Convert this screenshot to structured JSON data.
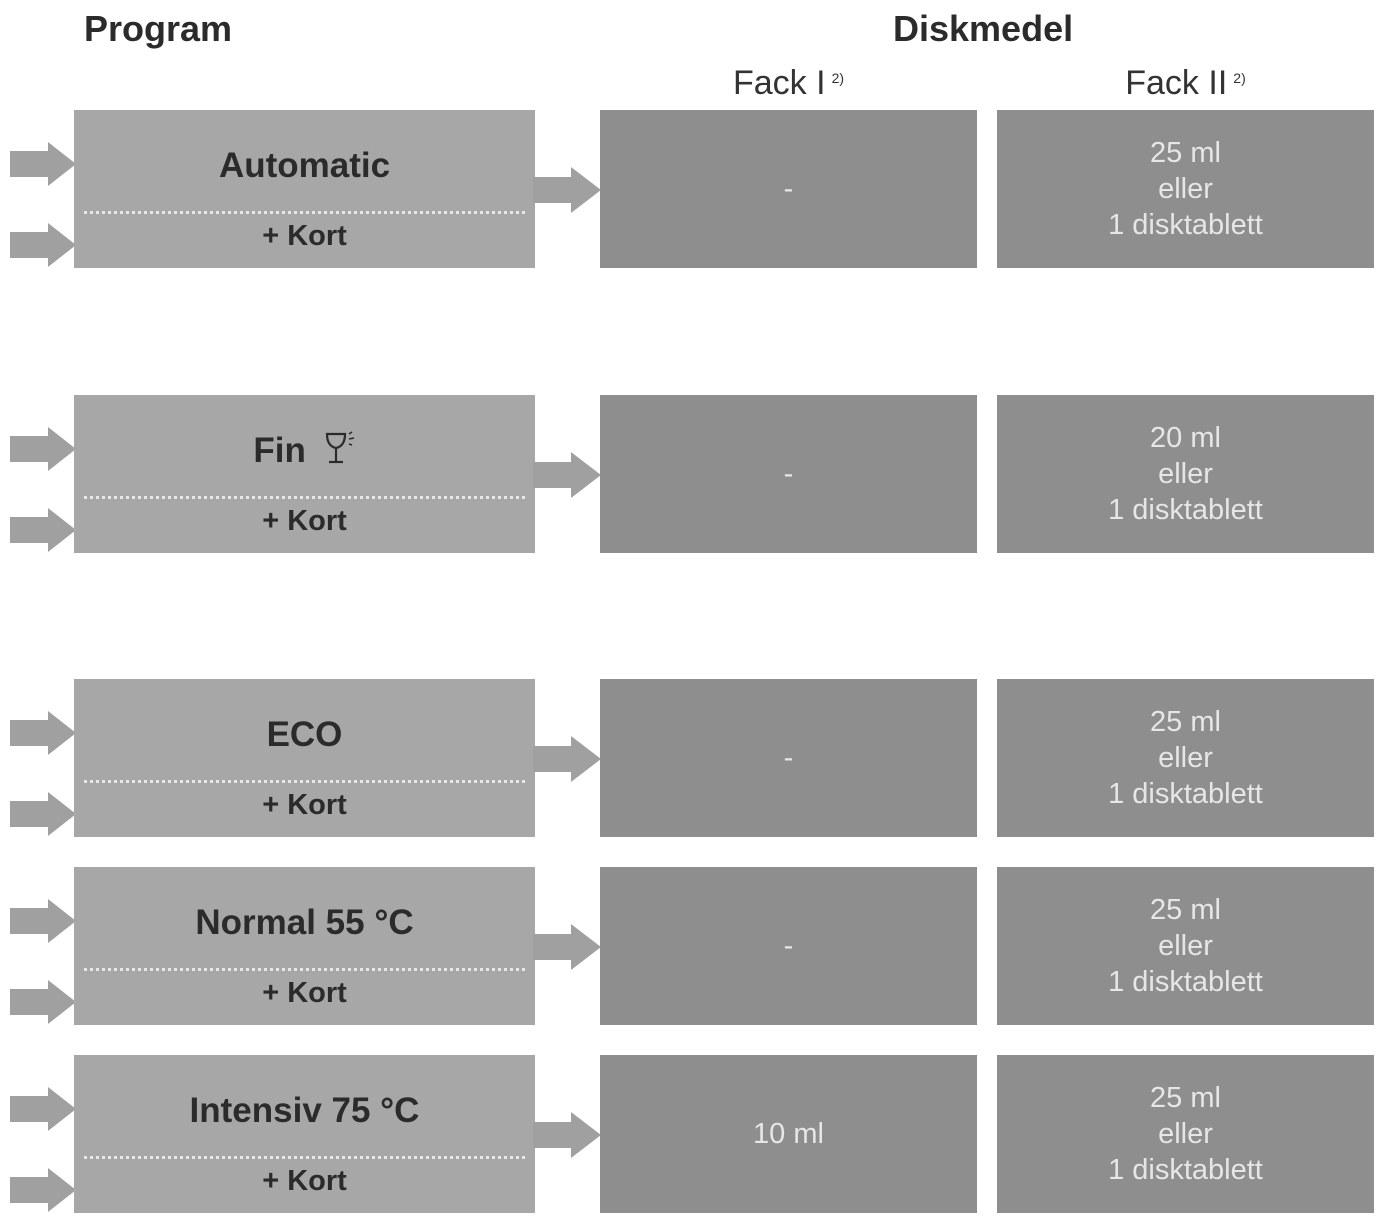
{
  "header": {
    "program": "Program",
    "diskmedel": "Diskmedel",
    "fack1": "Fack I",
    "fack2": "Fack II",
    "footnote": "2)"
  },
  "rows": [
    {
      "name": "Automatic",
      "kort": "+ Kort",
      "fack1": "-",
      "fack2": [
        "25 ml",
        "eller",
        "1 disktablett"
      ]
    },
    {
      "name": "Fin",
      "icon": "wine-glass-icon",
      "kort": "+ Kort",
      "fack1": "-",
      "fack2": [
        "20 ml",
        "eller",
        "1 disktablett"
      ]
    },
    {
      "name": "ECO",
      "kort": "+ Kort",
      "fack1": "-",
      "fack2": [
        "25 ml",
        "eller",
        "1 disktablett"
      ]
    },
    {
      "name": "Normal 55 °C",
      "kort": "+ Kort",
      "fack1": "-",
      "fack2": [
        "25 ml",
        "eller",
        "1 disktablett"
      ]
    },
    {
      "name": "Intensiv 75 °C",
      "kort": "+ Kort",
      "fack1": "10 ml",
      "fack2": [
        "25 ml",
        "eller",
        "1 disktablett"
      ]
    }
  ],
  "colors": {
    "program_box": "#a8a7a7",
    "fack_box": "#8f8e8e",
    "arrow": "#a0a0a0"
  }
}
